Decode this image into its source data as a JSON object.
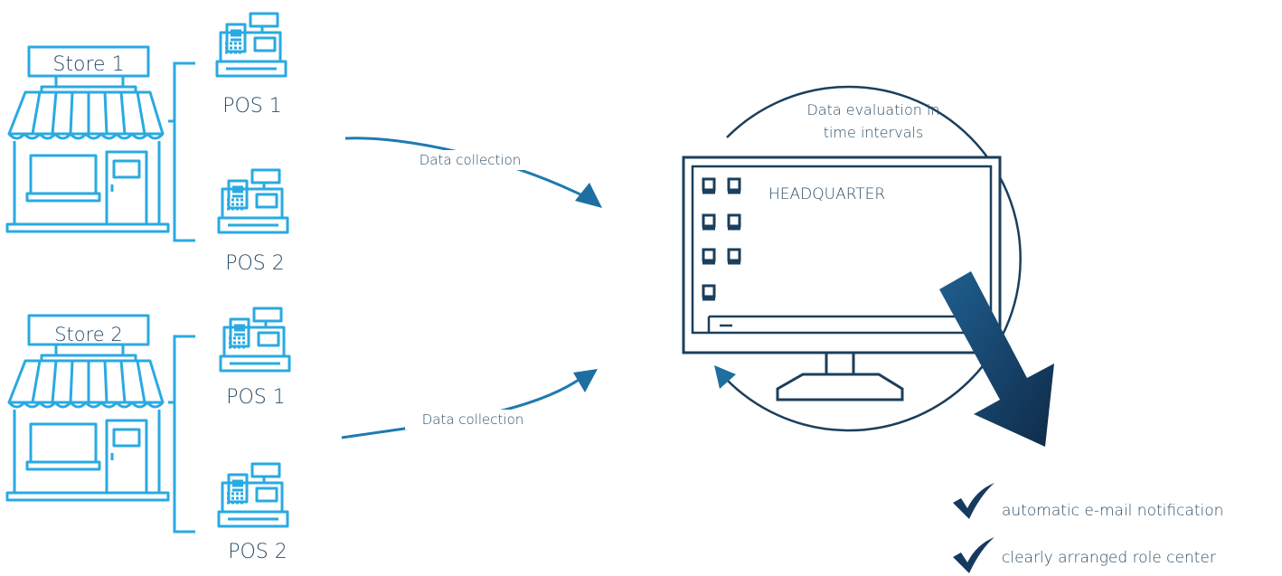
{
  "stores": [
    {
      "name": "Store 1",
      "pos": [
        "POS 1",
        "POS 2"
      ]
    },
    {
      "name": "Store 2",
      "pos": [
        "POS 1",
        "POS 2"
      ]
    }
  ],
  "flows": [
    "Data collection",
    "Data collection"
  ],
  "headquarter": {
    "title": "HEADQUARTER",
    "evaluation": [
      "Data evaluation in",
      "time intervals"
    ]
  },
  "features": [
    "automatic e-mail notification",
    "clearly arranged role center"
  ],
  "colors": {
    "store": "#29aae2",
    "arrow": "#1e6f9f",
    "monitor": "#1b3f5c",
    "big_arrow_dark": "#102d4c",
    "big_arrow_light": "#1d5a89",
    "text": "#2b4d67"
  },
  "icons": [
    "storefront-icon",
    "cash-register-icon",
    "monitor-icon",
    "checkmark-icon"
  ]
}
